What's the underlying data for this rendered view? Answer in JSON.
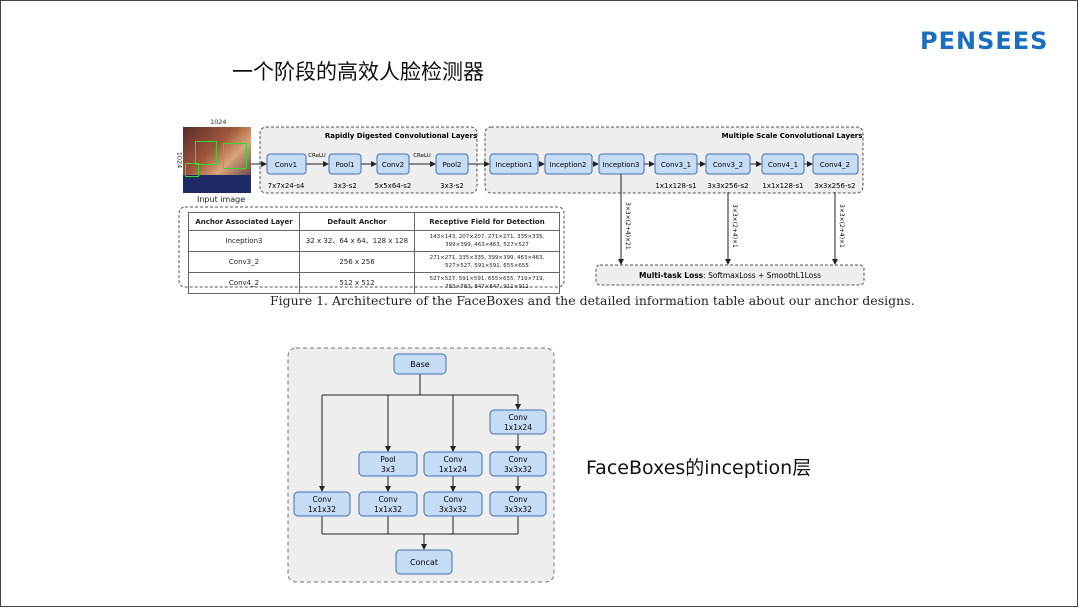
{
  "header": {
    "title": "一个阶段的高效人脸检测器",
    "logo_text": "PENSEES"
  },
  "figure1": {
    "input": {
      "dim_w": "1024",
      "dim_h": "1024",
      "label": "Input image"
    },
    "group_left_title": "Rapidly Digested Convolutional Layers",
    "group_right_title": "Multiple Scale Convolutional Layers",
    "layers": [
      {
        "name": "Conv1",
        "spec": "7x7x24-s4"
      },
      {
        "name": "Pool1",
        "spec": "3x3-s2"
      },
      {
        "name": "Conv2",
        "spec": "5x5x64-s2"
      },
      {
        "name": "Pool2",
        "spec": "3x3-s2"
      },
      {
        "name": "Inception1",
        "spec": ""
      },
      {
        "name": "Inception2",
        "spec": ""
      },
      {
        "name": "Inception3",
        "spec": ""
      },
      {
        "name": "Conv3_1",
        "spec": "1x1x128-s1"
      },
      {
        "name": "Conv3_2",
        "spec": "3x3x256-s2"
      },
      {
        "name": "Conv4_1",
        "spec": "1x1x128-s1"
      },
      {
        "name": "Conv4_2",
        "spec": "3x3x256-s2"
      }
    ],
    "crelu_labels": [
      "CReLU",
      "CReLU"
    ],
    "vertical_labels": [
      "3×3×(2+4)×21",
      "3×3×(2+4)×1",
      "3×3×(2+4)×1"
    ],
    "loss": {
      "bold": "Multi-task Loss",
      "rest": ": SoftmaxLoss + SmoothL1Loss"
    },
    "anchor_table": {
      "headers": [
        "Anchor Associated Layer",
        "Default Anchor",
        "Receptive Field for Detection"
      ],
      "rows": [
        {
          "layer": "Inception3",
          "anchor": "32 x 32、64 x 64、128 x 128",
          "rf1": "143×143, 207×207, 271×271, 335×335,",
          "rf2": "399×399, 463×463, 527×527"
        },
        {
          "layer": "Conv3_2",
          "anchor": "256 x 256",
          "rf1": "271×271, 335×335, 399×399, 463×463,",
          "rf2": "527×527, 591×591, 655×655"
        },
        {
          "layer": "Conv4_2",
          "anchor": "512 x 512",
          "rf1": "527×527, 591×591, 655×655, 719×719,",
          "rf2": "783×783, 847×847, 911×911"
        }
      ]
    },
    "caption": "Figure 1. Architecture of the FaceBoxes and the detailed information table about our anchor designs."
  },
  "inception": {
    "base": "Base",
    "concat": "Concat",
    "nodes": [
      {
        "l1": "Conv",
        "l2": "1x1x24"
      },
      {
        "l1": "Pool",
        "l2": "3x3"
      },
      {
        "l1": "Conv",
        "l2": "1x1x24"
      },
      {
        "l1": "Conv",
        "l2": "3x3x32"
      },
      {
        "l1": "Conv",
        "l2": "1x1x32"
      },
      {
        "l1": "Conv",
        "l2": "1x1x32"
      },
      {
        "l1": "Conv",
        "l2": "3x3x32"
      },
      {
        "l1": "Conv",
        "l2": "3x3x32"
      }
    ],
    "side_label": "FaceBoxes的inception层"
  },
  "colors": {
    "box_fill": "#c6dcf5",
    "box_stroke": "#3d6fb0",
    "group_fill": "#eeeeee",
    "logo": "#1a6fc0"
  }
}
